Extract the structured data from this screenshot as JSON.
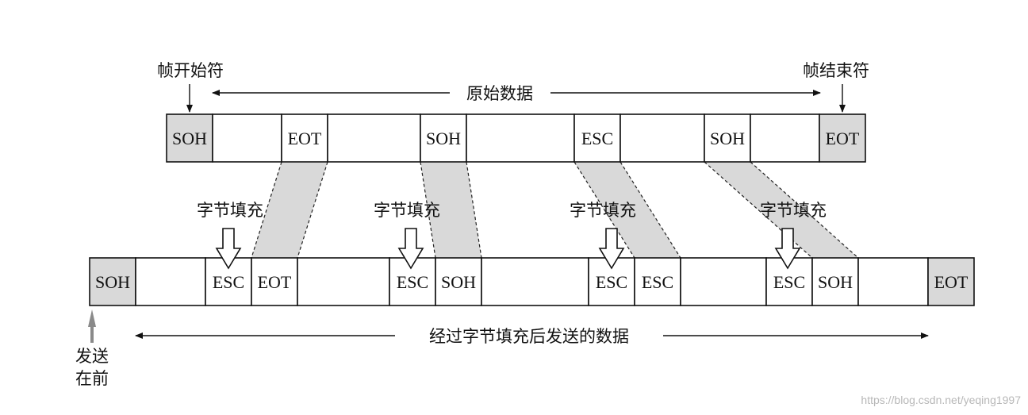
{
  "labels": {
    "frame_start": "帧开始符",
    "frame_end": "帧结束符",
    "original_data": "原始数据",
    "stuffed_data": "经过字节填充后发送的数据",
    "send_first": [
      "发送",
      "在前"
    ],
    "byte_stuffing": "字节填充"
  },
  "top_row": [
    "SOH",
    "",
    "EOT",
    "",
    "SOH",
    "",
    "ESC",
    "",
    "SOH",
    "",
    "EOT"
  ],
  "bottom_row": [
    "SOH",
    "",
    "ESC",
    "EOT",
    "",
    "ESC",
    "SOH",
    "",
    "ESC",
    "ESC",
    "",
    "ESC",
    "SOH",
    "",
    "EOT"
  ],
  "watermark": "https://blog.csdn.net/yeqing1997",
  "colors": {
    "shade": "#d9d9d9",
    "line": "#111111",
    "gray_arrow": "#8a8a8a",
    "background": "#ffffff"
  }
}
